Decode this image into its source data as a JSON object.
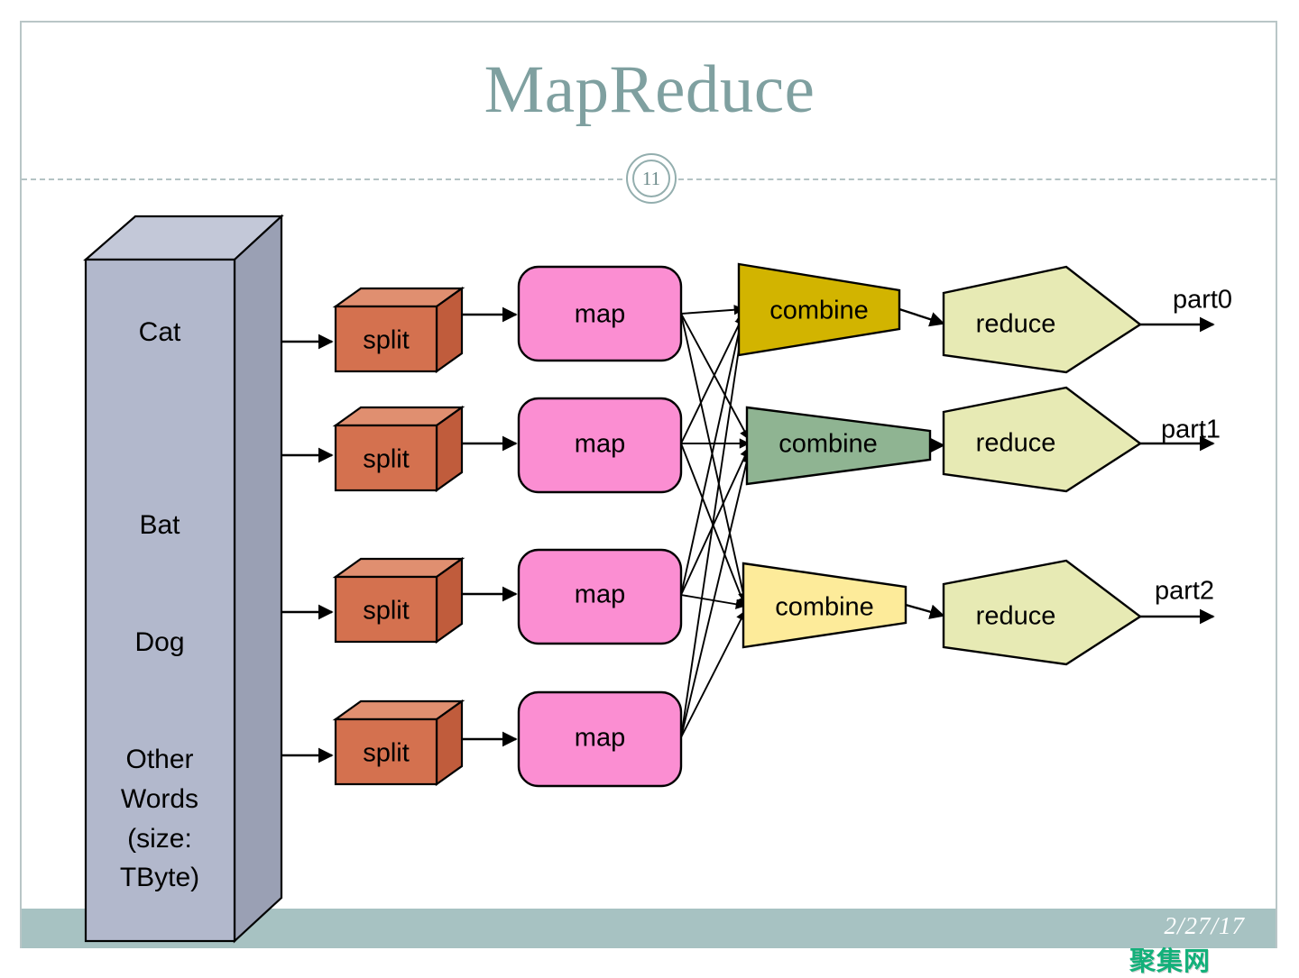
{
  "slide": {
    "title": "MapReduce",
    "page_number": "11",
    "date": "2/27/17",
    "watermark": "聚集网",
    "accent_color": "#7fa0a0",
    "footer_band_color": "#a7c2c2",
    "border_color": "#b9c6c7"
  },
  "input_block": {
    "name": "input-data-cube",
    "lines": [
      "Cat",
      "Bat",
      "Dog",
      "Other",
      "Words",
      "(size:",
      "TByte)"
    ],
    "line_cat": "Cat",
    "line_bat": "Bat",
    "line_dog": "Dog",
    "line_other1": "Other",
    "line_other2": "Words",
    "line_other3": "(size:",
    "line_other4": "TByte)",
    "face_color": "#b2b8cc",
    "side_color": "#9aa0b4",
    "top_color": "#c3c8d8"
  },
  "stages": {
    "split": {
      "label": "split",
      "count": 4,
      "face_color": "#d4714f",
      "top_color": "#e08f70",
      "side_color": "#c05c3c"
    },
    "map": {
      "label": "map",
      "count": 4,
      "fill_color": "#fb8ed2"
    },
    "combine": {
      "label": "combine",
      "count": 3,
      "fill_colors": [
        "#d2b400",
        "#8fb492",
        "#fdeb9a"
      ]
    },
    "reduce": {
      "label": "reduce",
      "count": 3,
      "fill_color": "#e7eab4"
    }
  },
  "splits": [
    {
      "label": "split"
    },
    {
      "label": "split"
    },
    {
      "label": "split"
    },
    {
      "label": "split"
    }
  ],
  "maps": [
    {
      "label": "map"
    },
    {
      "label": "map"
    },
    {
      "label": "map"
    },
    {
      "label": "map"
    }
  ],
  "combines": [
    {
      "label": "combine",
      "color": "#d2b400"
    },
    {
      "label": "combine",
      "color": "#8fb492"
    },
    {
      "label": "combine",
      "color": "#fdeb9a"
    }
  ],
  "reduces": [
    {
      "label": "reduce"
    },
    {
      "label": "reduce"
    },
    {
      "label": "reduce"
    }
  ],
  "outputs": [
    {
      "label": "part0"
    },
    {
      "label": "part1"
    },
    {
      "label": "part2"
    }
  ]
}
